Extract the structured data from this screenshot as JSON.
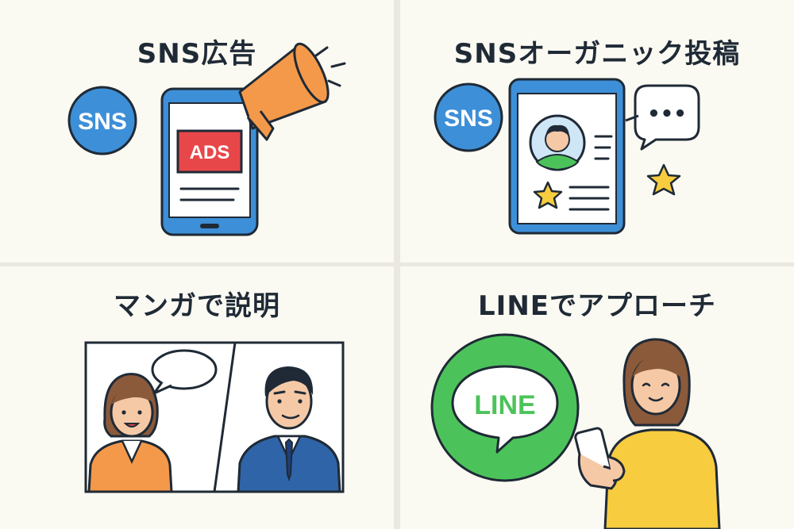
{
  "panels": {
    "sns_ads": {
      "title": "SNS広告",
      "badge": "SNS",
      "ads_label": "ADS"
    },
    "sns_organic": {
      "title": "SNSオーガニック投稿",
      "badge": "SNS",
      "bubble_text": "•••"
    },
    "manga": {
      "title": "マンガで説明"
    },
    "line": {
      "title": "LINEでアプローチ",
      "logo_text": "LINE"
    }
  },
  "colors": {
    "blue": "#3d8fd8",
    "orange": "#f4994a",
    "red": "#e8474a",
    "green": "#4cc35a",
    "yellow": "#f7cc3f",
    "navy": "#1f2a36",
    "cream": "#fbfaf2"
  }
}
